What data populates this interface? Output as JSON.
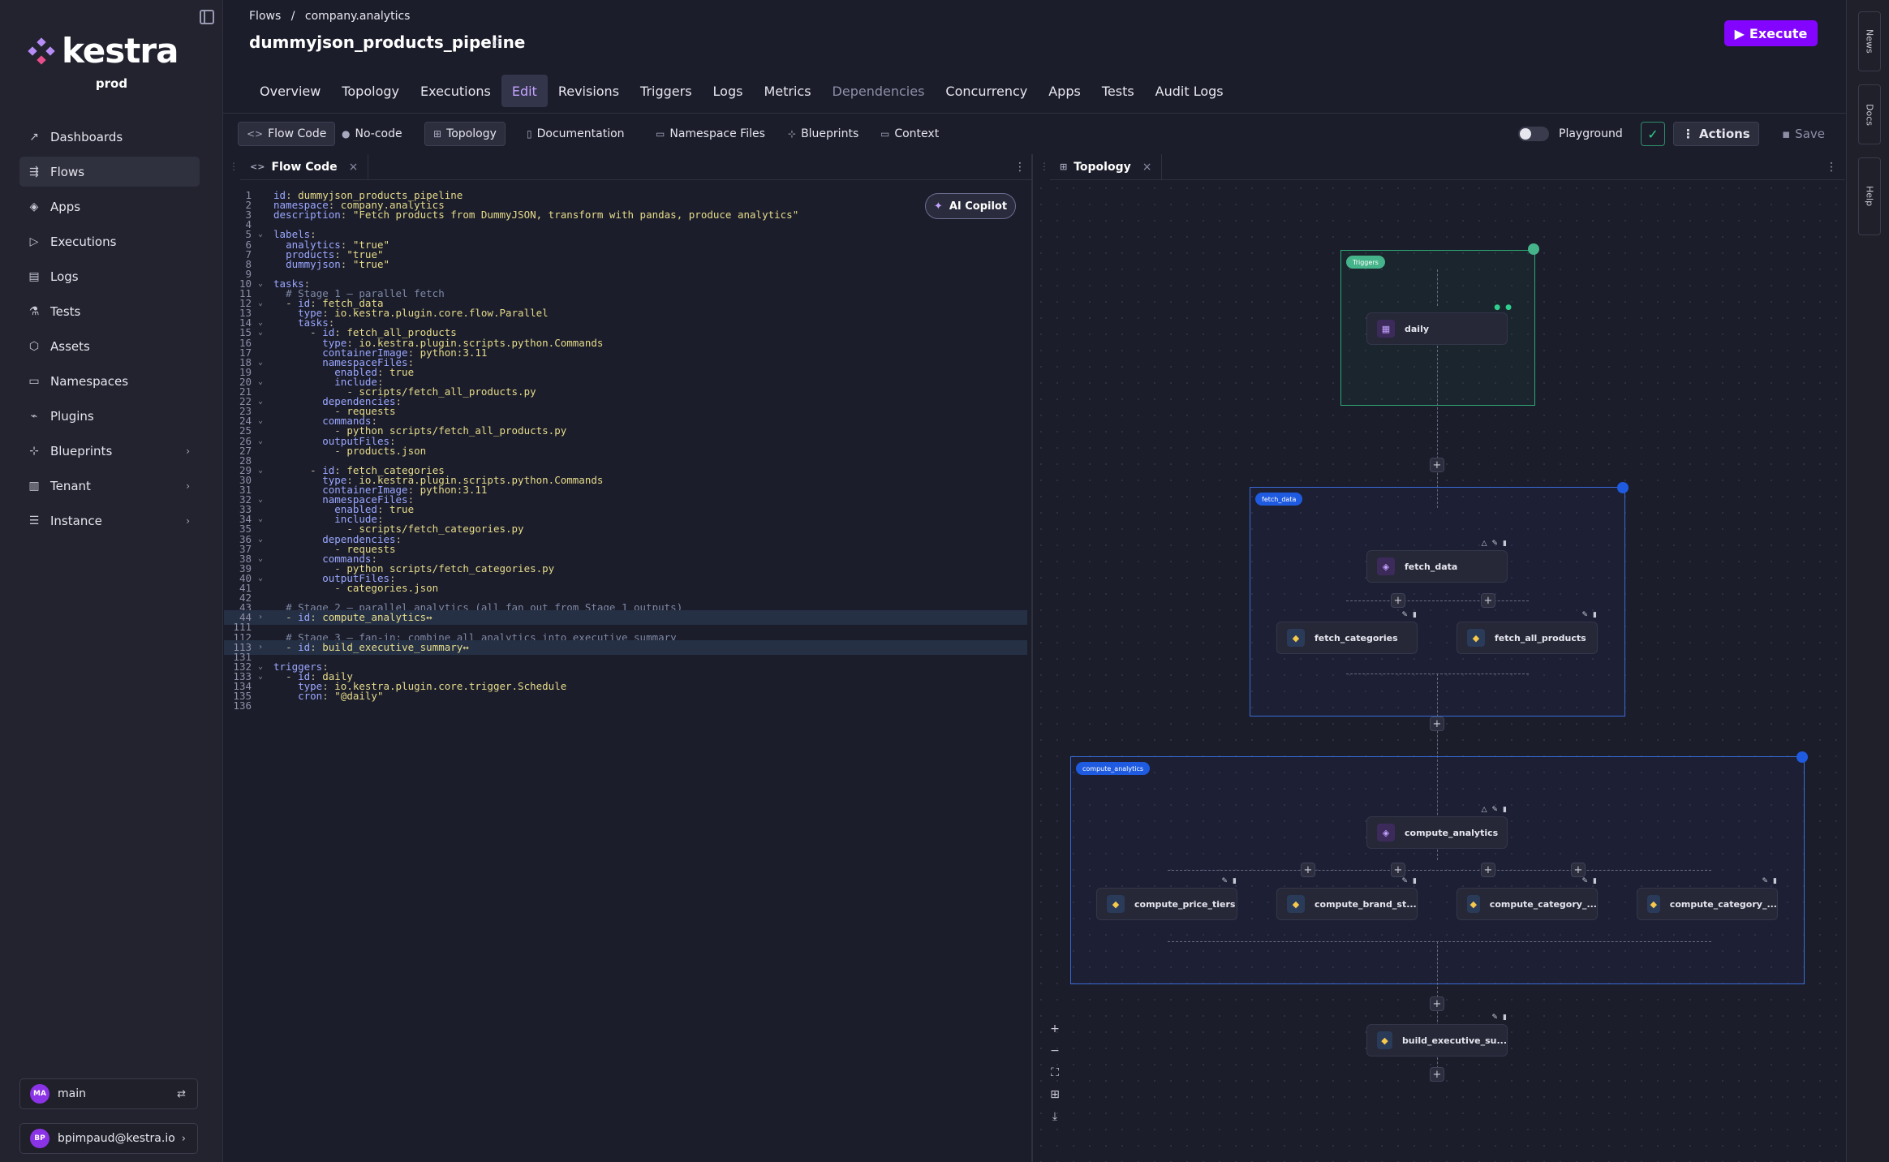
{
  "brand": {
    "name": "kestra",
    "env": "prod"
  },
  "nav": [
    {
      "label": "Dashboards",
      "icon": "dashboard-icon"
    },
    {
      "label": "Flows",
      "icon": "flows-icon",
      "active": true
    },
    {
      "label": "Apps",
      "icon": "apps-icon"
    },
    {
      "label": "Executions",
      "icon": "play-icon"
    },
    {
      "label": "Logs",
      "icon": "logs-icon"
    },
    {
      "label": "Tests",
      "icon": "flask-icon"
    },
    {
      "label": "Assets",
      "icon": "cube-icon"
    },
    {
      "label": "Namespaces",
      "icon": "folder-icon"
    },
    {
      "label": "Plugins",
      "icon": "plug-icon"
    },
    {
      "label": "Blueprints",
      "icon": "blueprint-icon",
      "chev": true
    },
    {
      "label": "Tenant",
      "icon": "tenant-icon",
      "chev": true
    },
    {
      "label": "Instance",
      "icon": "server-icon",
      "chev": true
    }
  ],
  "footer": {
    "tenant": {
      "initials": "MA",
      "label": "main"
    },
    "user": {
      "initials": "BP",
      "label": "bpimpaud@kestra.io"
    }
  },
  "breadcrumb": {
    "root": "Flows",
    "sep": "/",
    "ns": "company.analytics"
  },
  "page_title": "dummyjson_products_pipeline",
  "execute_label": "Execute",
  "tabs": [
    {
      "label": "Overview"
    },
    {
      "label": "Topology"
    },
    {
      "label": "Executions"
    },
    {
      "label": "Edit",
      "active": true
    },
    {
      "label": "Revisions"
    },
    {
      "label": "Triggers"
    },
    {
      "label": "Logs"
    },
    {
      "label": "Metrics"
    },
    {
      "label": "Dependencies",
      "muted": true
    },
    {
      "label": "Concurrency"
    },
    {
      "label": "Apps"
    },
    {
      "label": "Tests"
    },
    {
      "label": "Audit Logs"
    }
  ],
  "toolbar": {
    "flow_code": "Flow Code",
    "no_code": "No-code",
    "topology": "Topology",
    "documentation": "Documentation",
    "ns_files": "Namespace Files",
    "blueprints": "Blueprints",
    "context": "Context",
    "playground": "Playground",
    "actions": "Actions",
    "save": "Save"
  },
  "panels": {
    "code_tab": "Flow Code",
    "topo_tab": "Topology",
    "copilot": "AI Copilot"
  },
  "code": [
    {
      "n": "1",
      "t": "id: dummyjson_products_pipeline"
    },
    {
      "n": "2",
      "t": "namespace: company.analytics"
    },
    {
      "n": "3",
      "t": "description: \"Fetch products from DummyJSON, transform with pandas, produce analytics\""
    },
    {
      "n": "4",
      "t": ""
    },
    {
      "n": "5",
      "t": "labels:",
      "f": "v"
    },
    {
      "n": "6",
      "t": "  analytics: \"true\""
    },
    {
      "n": "7",
      "t": "  products: \"true\""
    },
    {
      "n": "8",
      "t": "  dummyjson: \"true\""
    },
    {
      "n": "9",
      "t": ""
    },
    {
      "n": "10",
      "t": "tasks:",
      "f": "v"
    },
    {
      "n": "11",
      "t": "  # Stage 1 — parallel fetch"
    },
    {
      "n": "12",
      "t": "  - id: fetch_data",
      "f": "v"
    },
    {
      "n": "13",
      "t": "    type: io.kestra.plugin.core.flow.Parallel"
    },
    {
      "n": "14",
      "t": "    tasks:",
      "f": "v"
    },
    {
      "n": "15",
      "t": "      - id: fetch_all_products",
      "f": "v"
    },
    {
      "n": "16",
      "t": "        type: io.kestra.plugin.scripts.python.Commands"
    },
    {
      "n": "17",
      "t": "        containerImage: python:3.11"
    },
    {
      "n": "18",
      "t": "        namespaceFiles:",
      "f": "v"
    },
    {
      "n": "19",
      "t": "          enabled: true"
    },
    {
      "n": "20",
      "t": "          include:",
      "f": "v"
    },
    {
      "n": "21",
      "t": "            - scripts/fetch_all_products.py"
    },
    {
      "n": "22",
      "t": "        dependencies:",
      "f": "v"
    },
    {
      "n": "23",
      "t": "          - requests"
    },
    {
      "n": "24",
      "t": "        commands:",
      "f": "v"
    },
    {
      "n": "25",
      "t": "          - python scripts/fetch_all_products.py"
    },
    {
      "n": "26",
      "t": "        outputFiles:",
      "f": "v"
    },
    {
      "n": "27",
      "t": "          - products.json"
    },
    {
      "n": "28",
      "t": ""
    },
    {
      "n": "29",
      "t": "      - id: fetch_categories",
      "f": "v"
    },
    {
      "n": "30",
      "t": "        type: io.kestra.plugin.scripts.python.Commands"
    },
    {
      "n": "31",
      "t": "        containerImage: python:3.11"
    },
    {
      "n": "32",
      "t": "        namespaceFiles:",
      "f": "v"
    },
    {
      "n": "33",
      "t": "          enabled: true"
    },
    {
      "n": "34",
      "t": "          include:",
      "f": "v"
    },
    {
      "n": "35",
      "t": "            - scripts/fetch_categories.py"
    },
    {
      "n": "36",
      "t": "        dependencies:",
      "f": "v"
    },
    {
      "n": "37",
      "t": "          - requests"
    },
    {
      "n": "38",
      "t": "        commands:",
      "f": "v"
    },
    {
      "n": "39",
      "t": "          - python scripts/fetch_categories.py"
    },
    {
      "n": "40",
      "t": "        outputFiles:",
      "f": "v"
    },
    {
      "n": "41",
      "t": "          - categories.json"
    },
    {
      "n": "42",
      "t": ""
    },
    {
      "n": "43",
      "t": "  # Stage 2 — parallel analytics (all fan out from Stage 1 outputs)"
    },
    {
      "n": "44",
      "t": "  - id: compute_analytics↔",
      "f": ">",
      "hl": true
    },
    {
      "n": "111",
      "t": ""
    },
    {
      "n": "112",
      "t": "  # Stage 3 — fan-in: combine all analytics into executive summary"
    },
    {
      "n": "113",
      "t": "  - id: build_executive_summary↔",
      "f": ">",
      "hl": true
    },
    {
      "n": "131",
      "t": ""
    },
    {
      "n": "132",
      "t": "triggers:",
      "f": "v"
    },
    {
      "n": "133",
      "t": "  - id: daily",
      "f": "v"
    },
    {
      "n": "134",
      "t": "    type: io.kestra.plugin.core.trigger.Schedule"
    },
    {
      "n": "135",
      "t": "    cron: \"@daily\""
    },
    {
      "n": "136",
      "t": ""
    }
  ],
  "topology": {
    "triggers_label": "Triggers",
    "fetch_label": "fetch_data",
    "compute_label": "compute_analytics",
    "nodes": {
      "daily": "daily",
      "fetch_data": "fetch_data",
      "fetch_categories": "fetch_categories",
      "fetch_all_products": "fetch_all_products",
      "compute_analytics": "compute_analytics",
      "price_tiers": "compute_price_tiers",
      "brand": "compute_brand_st...",
      "category1": "compute_category_...",
      "category2": "compute_category_...",
      "exec_summary": "build_executive_su..."
    }
  },
  "rail": {
    "news": "News",
    "docs": "Docs",
    "help": "Help"
  }
}
